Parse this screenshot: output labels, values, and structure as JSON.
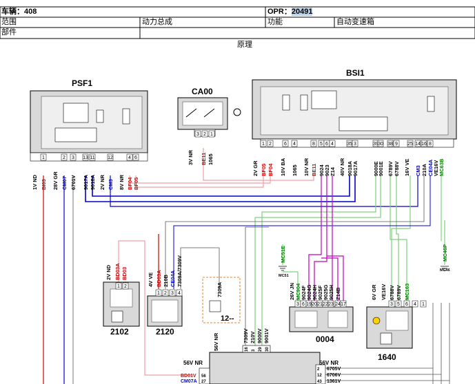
{
  "header": {
    "row1_left": "车辆：408",
    "row1_right_label": "OPR：",
    "row1_right_value": "20491",
    "row2_col1": "范围",
    "row2_col2": "动力总成",
    "row2_col3": "功能",
    "row2_col4": "自动变速箱",
    "row3_col1": "部件",
    "caption": "原理"
  },
  "diagram": {
    "components": [
      {
        "id": "psf1",
        "title": "PSF1"
      },
      {
        "id": "ca00",
        "title": "CA00"
      },
      {
        "id": "bsi1",
        "title": "BSI1"
      },
      {
        "id": "c2102",
        "title": "2102"
      },
      {
        "id": "c2120",
        "title": "2120"
      },
      {
        "id": "c12",
        "title": "12--"
      },
      {
        "id": "c0004",
        "title": "0004"
      },
      {
        "id": "c1640",
        "title": "1640"
      }
    ],
    "psf1_pins": [
      "1",
      "2",
      "3",
      "13",
      "11",
      "12",
      "4",
      "6"
    ],
    "psf1_wire_labels": [
      {
        "text": "1V ND",
        "color": "#000000"
      },
      {
        "text": "BI03",
        "color": "#d00000"
      },
      {
        "text": "28V GR",
        "color": "#000000"
      },
      {
        "text": "CM07",
        "color": "#0000cc"
      },
      {
        "text": "6701V",
        "color": "#000000"
      },
      {
        "text": "9017A",
        "color": "#000000"
      },
      {
        "text": "9018A",
        "color": "#000000"
      },
      {
        "text": "2V NR",
        "color": "#000000"
      },
      {
        "text": "CM3",
        "color": "#0000cc"
      },
      {
        "text": "8V NR",
        "color": "#000000"
      },
      {
        "text": "BF04",
        "color": "#d00000"
      },
      {
        "text": "BF05",
        "color": "#d00000"
      }
    ],
    "ca00_pins": [
      "3",
      "2",
      "1"
    ],
    "ca00_wire_labels": [
      {
        "text": "3V NR",
        "color": "#000000"
      },
      {
        "text": "BE11",
        "color": "#d00000"
      },
      {
        "text": "1065",
        "color": "#000000"
      }
    ],
    "bsi1_pins": [
      "1",
      "2",
      "6",
      "4",
      "8",
      "5",
      "6",
      "4",
      "35",
      "3",
      "39",
      "30",
      "38",
      "9",
      "25",
      "14",
      "16",
      "8"
    ],
    "bsi1_wire_labels": [
      {
        "text": "2V GR",
        "color": "#000000"
      },
      {
        "text": "BF05",
        "color": "#d00000"
      },
      {
        "text": "BF04",
        "color": "#d00000"
      },
      {
        "text": "10V BA",
        "color": "#000000"
      },
      {
        "text": "1065",
        "color": "#000000"
      },
      {
        "text": "10V NR",
        "color": "#000000"
      },
      {
        "text": "BE11",
        "color": "#d00000"
      },
      {
        "text": "9024",
        "color": "#000000"
      },
      {
        "text": "9023",
        "color": "#000000"
      },
      {
        "text": "Z14",
        "color": "#000000"
      },
      {
        "text": "40V NR",
        "color": "#000000"
      },
      {
        "text": "9018A",
        "color": "#000000"
      },
      {
        "text": "9017A",
        "color": "#000000"
      },
      {
        "text": "9000E",
        "color": "#000000"
      },
      {
        "text": "9001E",
        "color": "#000000"
      },
      {
        "text": "6789V",
        "color": "#000000"
      },
      {
        "text": "6788V",
        "color": "#000000"
      },
      {
        "text": "16V VE",
        "color": "#000000"
      },
      {
        "text": "CM3",
        "color": "#0000cc"
      },
      {
        "text": "210A",
        "color": "#000000"
      },
      {
        "text": "CE04A",
        "color": "#0000cc"
      },
      {
        "text": "VE16V",
        "color": "#000000"
      },
      {
        "text": "MC63B",
        "color": "#008000"
      }
    ],
    "c2102_labels": [
      {
        "text": "2V ND",
        "color": "#000000"
      },
      {
        "text": "BD03A",
        "color": "#d00000"
      },
      {
        "text": "BD03",
        "color": "#d00000"
      }
    ],
    "c2102_pins": [
      "1",
      "2"
    ],
    "c2120_labels": [
      {
        "text": "4V VE",
        "color": "#000000"
      },
      {
        "text": "BD03A",
        "color": "#d00000"
      },
      {
        "text": "210B",
        "color": "#000000"
      },
      {
        "text": "CE04A",
        "color": "#0000cc"
      },
      {
        "text": "7309A/7309V",
        "color": "#000000"
      }
    ],
    "c2120_pins": [
      "1",
      "2",
      "3",
      "4"
    ],
    "c12_labels": [
      {
        "text": "7309A",
        "color": "#000000"
      }
    ],
    "c0004_labels": [
      {
        "text": "26V JN",
        "color": "#000000"
      },
      {
        "text": "MC904",
        "color": "#008000"
      },
      {
        "text": "9024F",
        "color": "#000000"
      },
      {
        "text": "9024G",
        "color": "#000000"
      },
      {
        "text": "9024H",
        "color": "#000000"
      },
      {
        "text": "9025F",
        "color": "#000000"
      },
      {
        "text": "9025G",
        "color": "#000000"
      },
      {
        "text": "9025H",
        "color": "#000000"
      },
      {
        "text": "Z14B",
        "color": "#000000"
      }
    ],
    "c0004_pins": [
      "3",
      "6",
      "19",
      "20",
      "21",
      "22",
      "23",
      "24",
      "17"
    ],
    "mc51_labels": [
      {
        "text": "MC51E",
        "color": "#008000"
      },
      {
        "text": "MC51",
        "color": "#000000"
      }
    ],
    "mc46_labels": [
      {
        "text": "MC46P",
        "color": "#008000"
      },
      {
        "text": "MC46",
        "color": "#000000"
      }
    ],
    "c1640_labels": [
      {
        "text": "6V GR",
        "color": "#000000"
      },
      {
        "text": "VE16V",
        "color": "#000000"
      },
      {
        "text": "6788V",
        "color": "#000000"
      },
      {
        "text": "6789V",
        "color": "#000000"
      },
      {
        "text": "MC163",
        "color": "#008000"
      }
    ],
    "c1640_pins": [
      "3",
      "5",
      "6",
      "4",
      "1"
    ],
    "bottom_left_labels": [
      {
        "text": "56V NR",
        "color": "#000000"
      },
      {
        "text": "BD01V",
        "color": "#d00000"
      },
      {
        "text": "CM07A",
        "color": "#0000cc"
      }
    ],
    "bottom_left_pins": [
      "56",
      "27"
    ],
    "bottom_mid_labels": [
      {
        "text": "56V NR",
        "color": "#000000"
      },
      {
        "text": "7309V",
        "color": "#000000"
      },
      {
        "text": "210V",
        "color": "#000000"
      },
      {
        "text": "9000V",
        "color": "#000000"
      },
      {
        "text": "9001V",
        "color": "#000000"
      }
    ],
    "bottom_mid_pins": [
      "16",
      "3",
      "29",
      "30"
    ],
    "bottom_right_labels": [
      {
        "text": "56V NR",
        "color": "#000000"
      },
      {
        "text": "6705V",
        "color": "#000000"
      },
      {
        "text": "6706V",
        "color": "#000000"
      },
      {
        "text": "1361V",
        "color": "#000000"
      }
    ],
    "bottom_right_pins": [
      "2",
      "12",
      "43"
    ],
    "colors": {
      "red": "#d00000",
      "blue": "#0000cc",
      "magenta": "#c000c0",
      "green": "#008000",
      "lightgreen": "#7dd07d",
      "pink": "#f0a0a0",
      "orange": "#e08020"
    }
  }
}
